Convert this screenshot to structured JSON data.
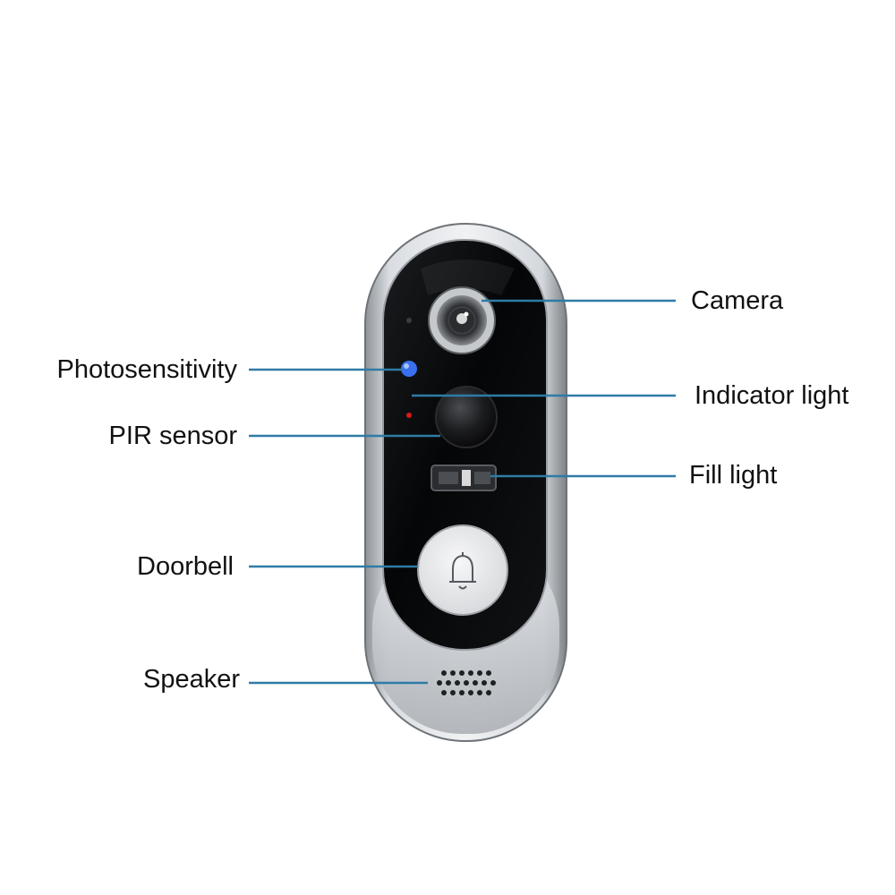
{
  "labels": {
    "camera": "Camera",
    "indicator_light": "Indicator light",
    "fill_light": "Fill light",
    "photosensitivity": "Photosensitivity",
    "pir_sensor": "PIR sensor",
    "doorbell": "Doorbell",
    "speaker": "Speaker"
  },
  "colors": {
    "leader_line": "#2f7ba6",
    "photosensor_led": "#3a6ff0",
    "indicator_led": "#d61b1b",
    "body_silver": "#c9cdd2",
    "face_black": "#060708"
  },
  "icons": {
    "doorbell_button": "bell-icon"
  }
}
